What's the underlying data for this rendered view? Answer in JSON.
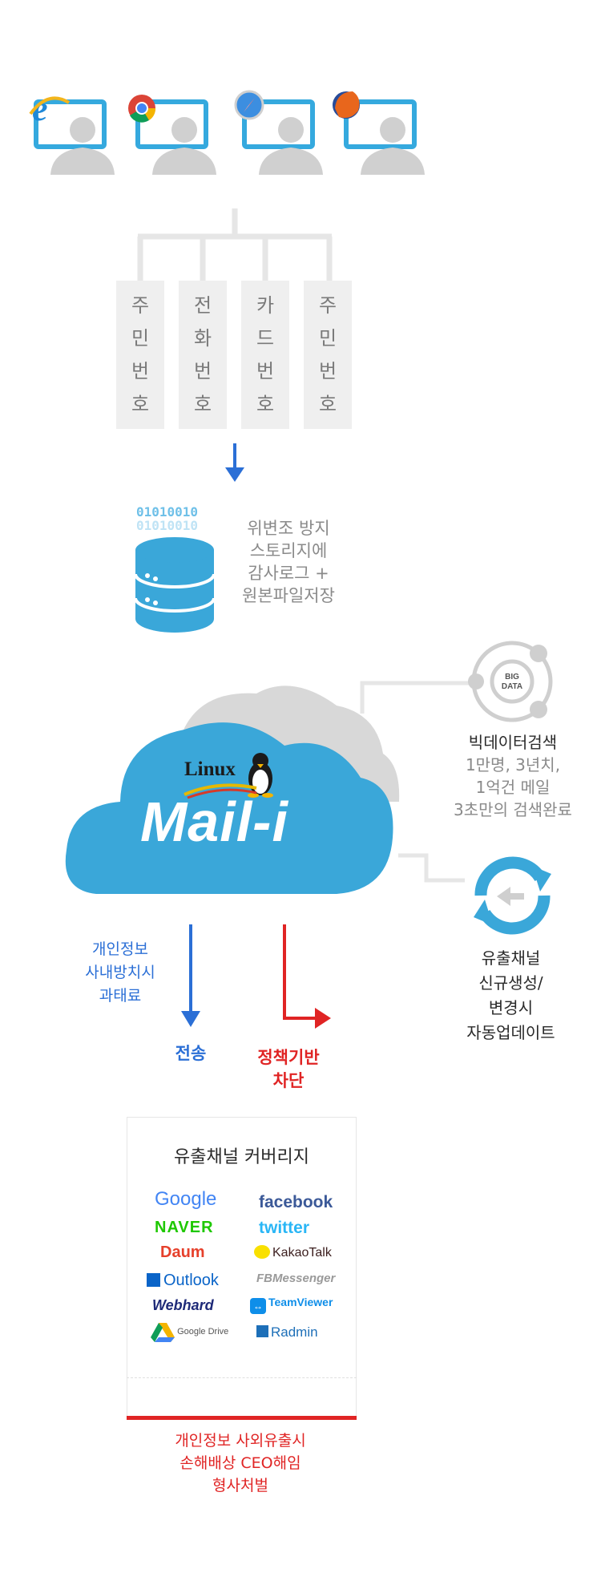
{
  "fields": [
    {
      "chars": [
        "주",
        "민",
        "번",
        "호"
      ]
    },
    {
      "chars": [
        "전",
        "화",
        "번",
        "호"
      ]
    },
    {
      "chars": [
        "카",
        "드",
        "번",
        "호"
      ]
    },
    {
      "chars": [
        "주",
        "민",
        "번",
        "호"
      ]
    }
  ],
  "binary": [
    "01010010",
    "01010010"
  ],
  "storage_text": [
    "위변조 방지",
    "스토리지에",
    "감사로그 +",
    "원본파일저장"
  ],
  "cloud": {
    "os_label": "Linux",
    "product": "Mail-i"
  },
  "bigdata": {
    "badge": [
      "BIG",
      "DATA"
    ],
    "title": "빅데이터검색",
    "lines": [
      "1만명, 3년치,",
      "1억건 메일",
      "3초만의 검색완료"
    ]
  },
  "channel_update": [
    "유출채널",
    "신규생성/",
    "변경시",
    "자동업데이트"
  ],
  "penalty_internal": [
    "개인정보",
    "사내방치시",
    "과태료"
  ],
  "send_label": "전송",
  "block_label": [
    "정책기반",
    "차단"
  ],
  "coverage": {
    "title": "유출채널 커버리지",
    "left": [
      "Google",
      "NAVER",
      "Daum",
      "Outlook",
      "Webhard",
      "Google Drive"
    ],
    "right": [
      "facebook",
      "twitter",
      "KakaoTalk",
      "FBMessenger",
      "TeamViewer",
      "Radmin"
    ]
  },
  "penalty_external": [
    "개인정보 사외유출시",
    "손해배상 CEO해임",
    "형사처벌"
  ],
  "colors": {
    "blue": "#2b6fd6",
    "red": "#e02424",
    "cloud": "#3aa7d9",
    "gray": "#8a8a8a"
  }
}
